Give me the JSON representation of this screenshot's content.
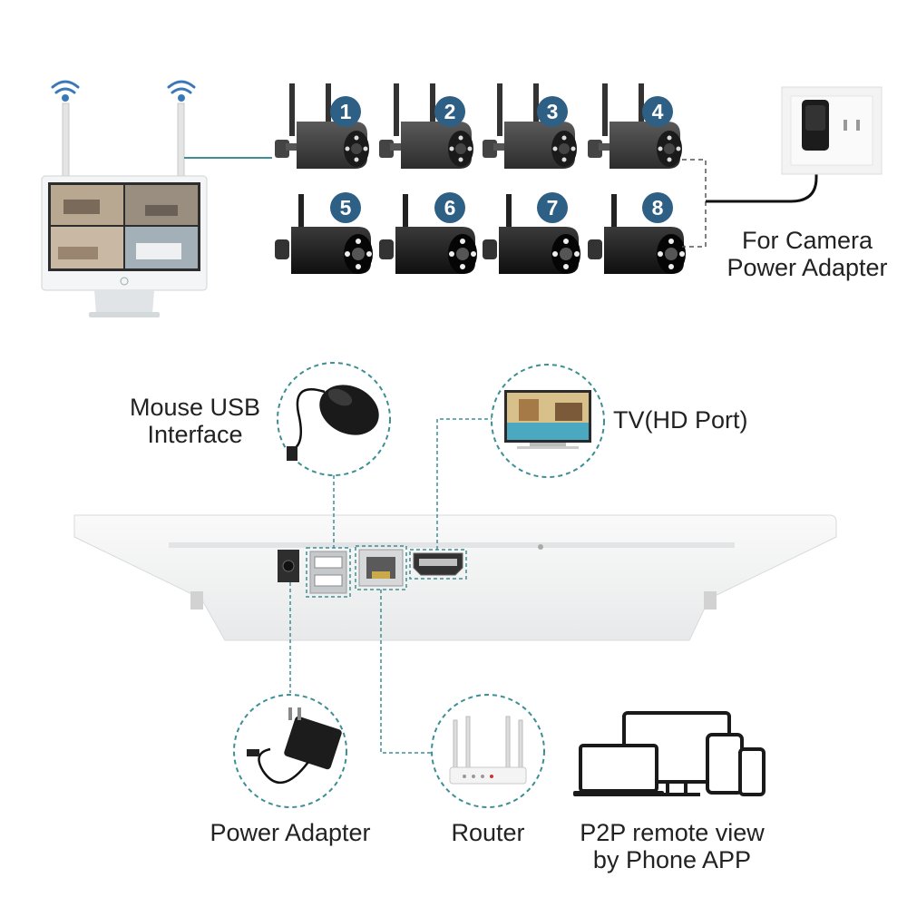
{
  "labels": {
    "camera_power": [
      "For Camera",
      "Power Adapter"
    ],
    "mouse": [
      "Mouse USB",
      "Interface"
    ],
    "tv": "TV(HD Port)",
    "power_adapter": "Power Adapter",
    "router": "Router",
    "p2p": [
      "P2P remote view",
      "by Phone APP"
    ]
  },
  "camera_numbers": [
    "1",
    "2",
    "3",
    "4",
    "5",
    "6",
    "7",
    "8"
  ],
  "colors": {
    "accent": "#2e5f85",
    "dashed_line": "#3d8f95",
    "device_dark": "#2a2a2a",
    "device_white": "#f2f3f4"
  },
  "icons": [
    "wifi-icon",
    "monitor-icon",
    "camera-icon",
    "wall-socket-icon",
    "mouse-icon",
    "tv-icon",
    "nvr-back-panel",
    "power-adapter-icon",
    "router-icon",
    "multi-device-icon"
  ]
}
